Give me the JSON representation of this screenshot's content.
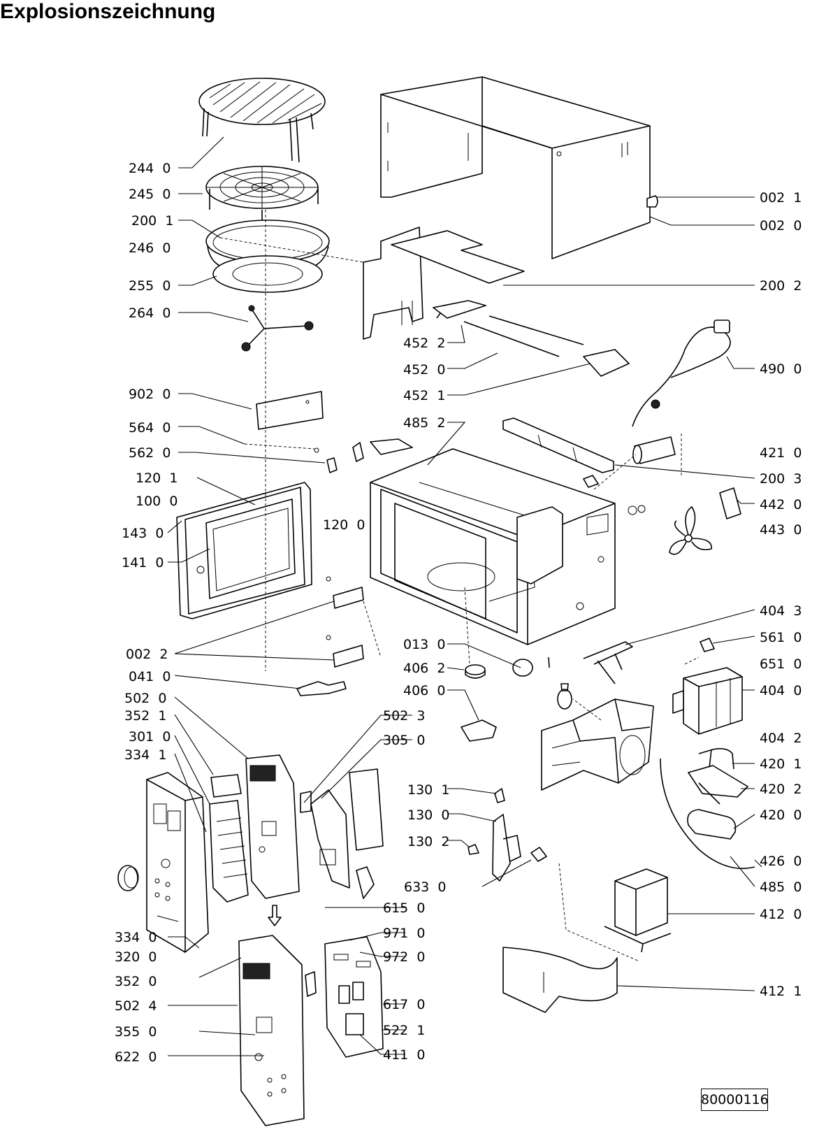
{
  "title": "Explosionszeichnung",
  "doc_number": "80000116",
  "labels": {
    "l_244_0": "244  0",
    "l_245_0": "245  0",
    "l_200_1": "200  1",
    "l_246_0": "246  0",
    "l_255_0": "255  0",
    "l_264_0": "264  0",
    "l_902_0": "902  0",
    "l_564_0": "564  0",
    "l_562_0": "562  0",
    "l_120_1": "120  1",
    "l_100_0": "100  0",
    "l_143_0": "143  0",
    "l_141_0": "141  0",
    "l_120_0": "120  0",
    "l_002_2": "002  2",
    "l_041_0": "041  0",
    "l_502_0": "502  0",
    "l_352_1": "352  1",
    "l_301_0": "301  0",
    "l_334_1": "334  1",
    "l_334_0": "334  0",
    "l_320_0": "320  0",
    "l_352_0": "352  0",
    "l_502_4": "502  4",
    "l_355_0": "355  0",
    "l_622_0": "622  0",
    "l_452_2": "452  2",
    "l_452_0": "452  0",
    "l_452_1": "452  1",
    "l_485_2": "485  2",
    "l_013_0": "013  0",
    "l_406_2": "406  2",
    "l_406_0": "406  0",
    "l_502_3": "502  3",
    "l_305_0": "305  0",
    "l_130_1": "130  1",
    "l_130_0": "130  0",
    "l_130_2": "130  2",
    "l_633_0": "633  0",
    "l_615_0": "615  0",
    "l_971_0": "971  0",
    "l_972_0": "972  0",
    "l_617_0": "617  0",
    "l_522_1": "522  1",
    "l_411_0": "411  0",
    "l_002_1": "002  1",
    "l_002_0": "002  0",
    "l_200_2": "200  2",
    "l_490_0": "490  0",
    "l_421_0": "421  0",
    "l_200_3": "200  3",
    "l_442_0": "442  0",
    "l_443_0": "443  0",
    "l_404_3": "404  3",
    "l_561_0": "561  0",
    "l_651_0": "651  0",
    "l_404_0": "404  0",
    "l_404_2": "404  2",
    "l_420_1": "420  1",
    "l_420_2": "420  2",
    "l_420_0": "420  0",
    "l_426_0": "426  0",
    "l_485_0": "485  0",
    "l_412_0": "412  0",
    "l_412_1": "412  1"
  }
}
